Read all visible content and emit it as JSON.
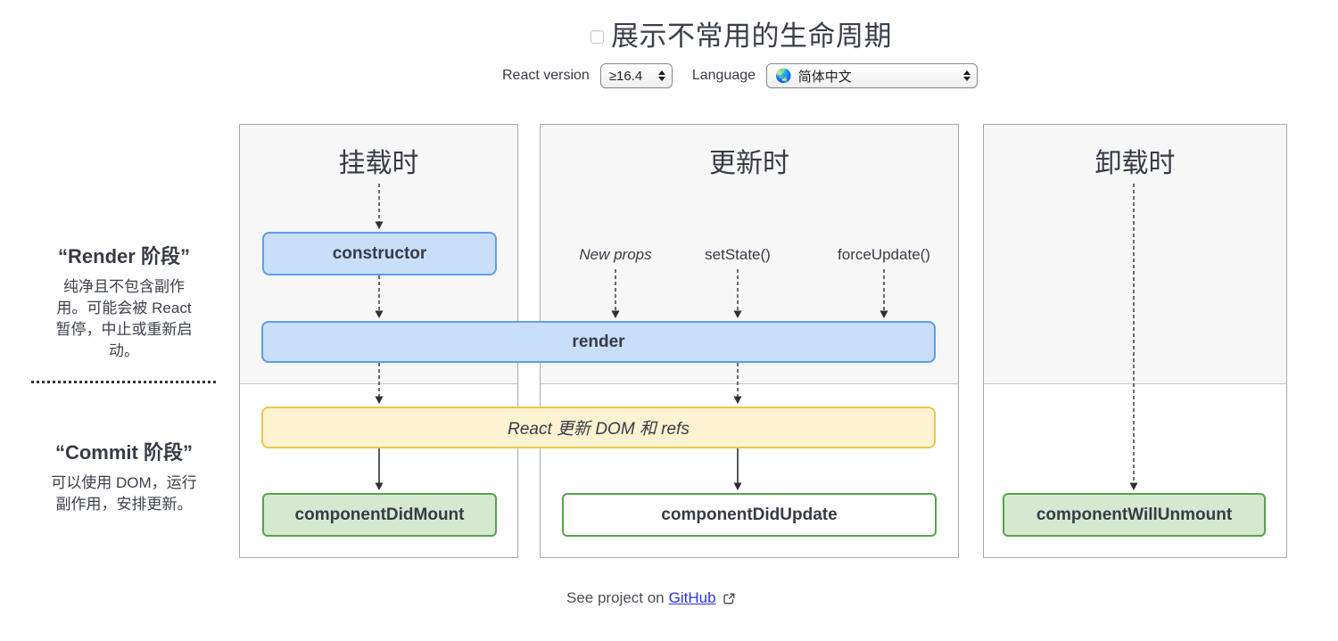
{
  "header": {
    "title": "展示不常用的生命周期",
    "react_version_label": "React version",
    "react_version_value": "≥16.4",
    "language_label": "Language",
    "globe_icon": "🌏",
    "language_value": "简体中文"
  },
  "sidebar": {
    "render_phase": {
      "title": "“Render 阶段”",
      "description_lines": [
        "纯净且不包含副作",
        "用。可能会被 React",
        "暂停，中止或重新启",
        "动。"
      ]
    },
    "commit_phase": {
      "title": "“Commit 阶段”",
      "description_lines": [
        "可以使用 DOM，运行",
        "副作用，安排更新。"
      ]
    }
  },
  "columns": {
    "mounting": "挂载时",
    "updating": "更新时",
    "unmounting": "卸载时"
  },
  "diagram": {
    "constructor": "constructor",
    "render": "render",
    "react_updates_dom": "React 更新 DOM 和 refs",
    "component_did_mount": "componentDidMount",
    "component_did_update": "componentDidUpdate",
    "component_will_unmount": "componentWillUnmount",
    "new_props": "New props",
    "set_state": "setState()",
    "force_update": "forceUpdate()"
  },
  "footer": {
    "text": "See project on",
    "link_label": "GitHub"
  },
  "colors": {
    "blue_fill": "#c9def9",
    "blue_border": "#5e9ded",
    "yellow_fill": "#fdf3d0",
    "yellow_border": "#e9c94d",
    "green_fill": "#d5e9d1",
    "green_border": "#57a34c",
    "link_blue": "#2a33df"
  }
}
